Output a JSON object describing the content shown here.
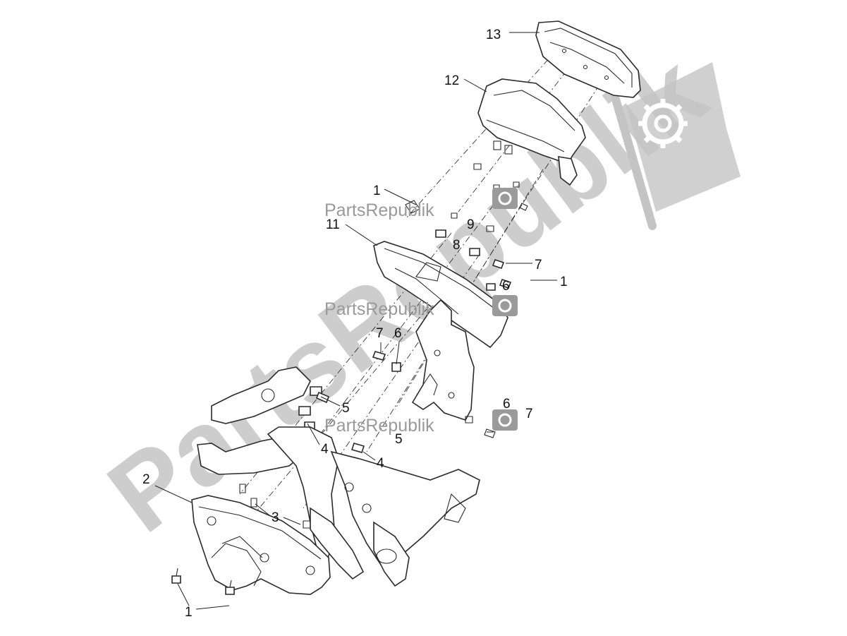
{
  "watermark": {
    "brand": "PartsRepublik",
    "big_text": "PartsRepublik",
    "gear_color": "#bdbdbd",
    "text_color": "#9a9a9a"
  },
  "callouts": [
    {
      "id": "c13",
      "label": "13"
    },
    {
      "id": "c12",
      "label": "12"
    },
    {
      "id": "c1a",
      "label": "1"
    },
    {
      "id": "c9",
      "label": "9"
    },
    {
      "id": "c11",
      "label": "11"
    },
    {
      "id": "c8",
      "label": "8"
    },
    {
      "id": "c7a",
      "label": "7"
    },
    {
      "id": "c6a",
      "label": "6"
    },
    {
      "id": "c1b",
      "label": "1"
    },
    {
      "id": "c7b",
      "label": "7"
    },
    {
      "id": "c6b",
      "label": "6"
    },
    {
      "id": "c5a",
      "label": "5"
    },
    {
      "id": "c6c",
      "label": "6"
    },
    {
      "id": "c7c",
      "label": "7"
    },
    {
      "id": "c4a",
      "label": "4"
    },
    {
      "id": "c5b",
      "label": "5"
    },
    {
      "id": "c4b",
      "label": "4"
    },
    {
      "id": "c2",
      "label": "2"
    },
    {
      "id": "c3",
      "label": "3"
    },
    {
      "id": "c1c",
      "label": "1"
    }
  ]
}
